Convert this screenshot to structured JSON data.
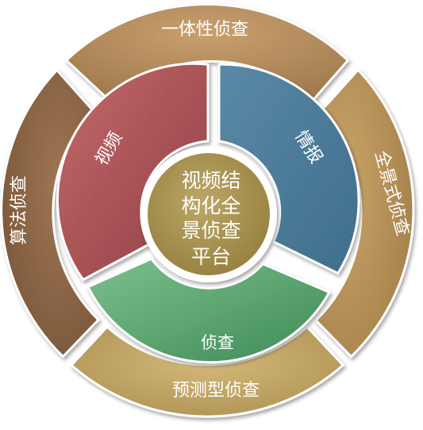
{
  "diagram": {
    "center": {
      "lines": [
        "视频结",
        "构化全",
        "景侦查",
        "平台"
      ],
      "fill": "#A89250"
    },
    "inner_segments": [
      {
        "id": "video",
        "label": "视频",
        "color": "#B0585B"
      },
      {
        "id": "intel",
        "label": "情报",
        "color": "#4E7C99"
      },
      {
        "id": "investigation",
        "label": "侦查",
        "color": "#5AA36E"
      }
    ],
    "outer_segments": [
      {
        "id": "integrated",
        "label": "一体性侦查",
        "color": "#A8865A"
      },
      {
        "id": "panoramic",
        "label": "全景式侦查",
        "color": "#A8865A"
      },
      {
        "id": "predictive",
        "label": "预测型侦查",
        "color": "#BFA15E"
      },
      {
        "id": "algorithmic",
        "label": "算法侦查",
        "color": "#8C6646"
      }
    ]
  }
}
